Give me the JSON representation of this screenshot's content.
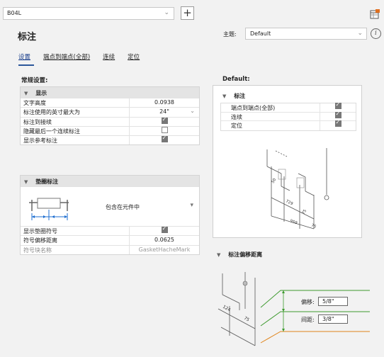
{
  "top": {
    "document_select": "B04L",
    "add_button": "+"
  },
  "header": {
    "title": "标注",
    "theme_label": "主题:",
    "theme_value": "Default",
    "info_glyph": "i"
  },
  "tabs": [
    {
      "label": "设置",
      "active": true
    },
    {
      "label": "端点到端点(全部)",
      "active": false
    },
    {
      "label": "连续",
      "active": false
    },
    {
      "label": "定位",
      "active": false
    }
  ],
  "left": {
    "general_title": "常规设置:",
    "display_group": {
      "title": "显示",
      "rows": [
        {
          "label": "文字高度",
          "value": "0.0938"
        },
        {
          "label": "标注使用的英寸最大为",
          "value": "24\""
        },
        {
          "label": "标注到接续",
          "checked": true
        },
        {
          "label": "隐藏最后一个连续标注",
          "checked": false
        },
        {
          "label": "显示参考标注",
          "checked": true
        }
      ]
    },
    "gasket_group": {
      "title": "垫圈标注",
      "option_label": "包含在元件中",
      "rows": [
        {
          "label": "显示垫圈符号",
          "checked": true
        },
        {
          "label": "符号偏移距离",
          "value": "0.0625"
        },
        {
          "label": "符号块名称",
          "value": "GasketHacheMark"
        }
      ]
    }
  },
  "right": {
    "default_title": "Default:",
    "dim_group": {
      "title": "标注",
      "rows": [
        {
          "label": "端点到端点(全部)",
          "checked": true
        },
        {
          "label": "连续",
          "checked": true
        },
        {
          "label": "定位",
          "checked": true
        }
      ]
    },
    "preview1_dims": [
      "50",
      "729",
      "75",
      "959",
      "75"
    ],
    "offset_title": "标注偏移距离",
    "preview2_dims": [
      "124",
      "75"
    ],
    "offset_label": "偏移:",
    "offset_value": "5/8\"",
    "spacing_label": "间距:",
    "spacing_value": "3/8\""
  },
  "colors": {
    "green_line": "#3d9a2e",
    "orange_line": "#e0841a",
    "tab_active": "#2b579a"
  }
}
